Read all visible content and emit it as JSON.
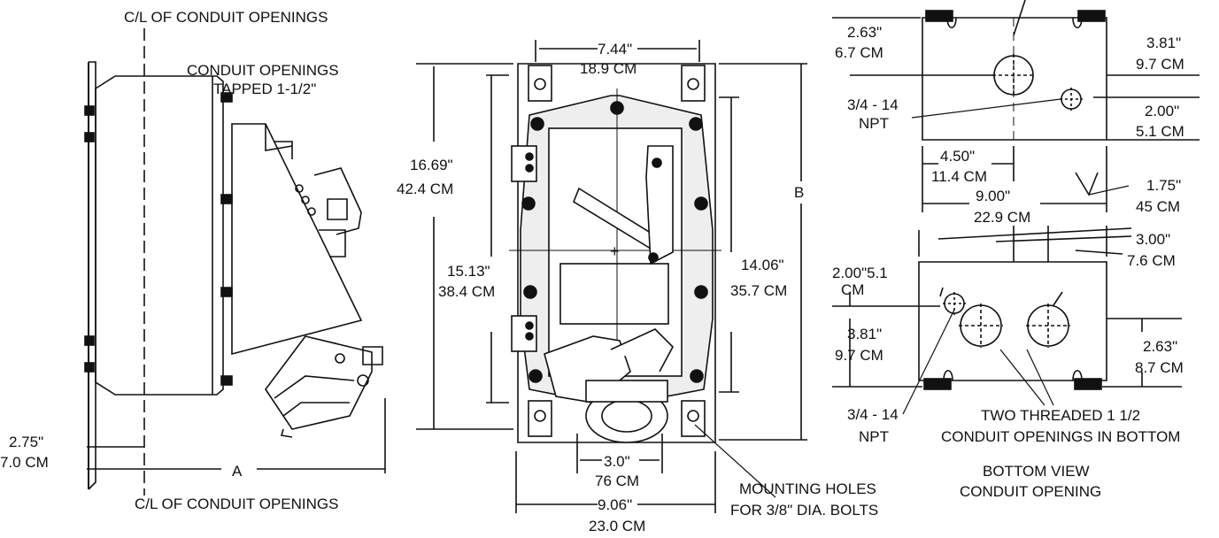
{
  "labels": {
    "cl_top": "C/L OF CONDUIT OPENINGS",
    "cl_bottom": "C/L OF CONDUIT OPENINGS",
    "conduit_tapped_1": "CONDUIT OPENINGS",
    "conduit_tapped_2": "TAPPED 1-1/2\"",
    "left_275_in": "2.75\"",
    "left_70_cm": "7.0 CM",
    "dim_a": "A",
    "w744_in": "7.44\"",
    "w744_cm": "18.9 CM",
    "h1669_in": "16.69\"",
    "h1669_cm": "42.4 CM",
    "h1513_in": "15.13\"",
    "h1513_cm": "38.4 CM",
    "h1406_in": "14.06\"",
    "h1406_cm": "35.7 CM",
    "dim_b": "B",
    "w30_in": "3.0\"",
    "w30_cm": "76 CM",
    "w906_in": "9.06\"",
    "w906_cm": "23.0 CM",
    "mount_1": "MOUNTING HOLES",
    "mount_2": "FOR 3/8\" DIA. BOLTS",
    "r_263_in": "2.63\"",
    "r_67_cm": "6.7 CM",
    "r_381_in": "3.81\"",
    "r_97_cm": "9.7 CM",
    "r_npt_a": "3/4 - 14",
    "r_npt_b": "NPT",
    "r_200_in": "2.00\"",
    "r_51_cm": "5.1 CM",
    "r_450_in": "4.50\"",
    "r_114_cm": "11.4 CM",
    "r_900_in": "9.00\"",
    "r_229_cm": "22.9 CM",
    "r_175_in": "1.75\"",
    "r_45_cm": "45 CM",
    "r_300_in": "3.00\"",
    "r_76_cm": "7.6 CM",
    "b_200_51": "2.00\"5.1",
    "b_cm": "CM",
    "b_381_in": "3.81\"",
    "b_97_cm": "9.7 CM",
    "b_263_in": "2.63\"",
    "b_87_cm": "8.7 CM",
    "b_npt_a": "3/4 - 14",
    "b_npt_b": "NPT",
    "two_thr_1": "TWO THREADED 1 1/2",
    "two_thr_2": "CONDUIT OPENINGS IN BOTTOM",
    "bottom_view_1": "BOTTOM VIEW",
    "bottom_view_2": "CONDUIT OPENING"
  }
}
